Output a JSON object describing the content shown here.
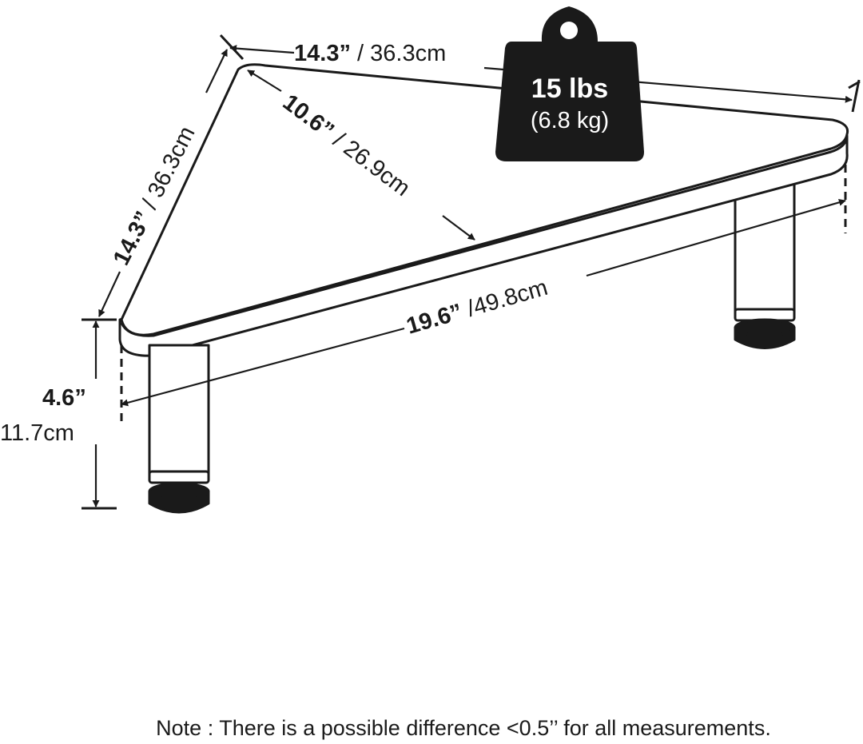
{
  "weight": {
    "lbs": "15 lbs",
    "kg": "(6.8 kg)"
  },
  "dimensions": {
    "top_edge": {
      "in": "14.3”",
      "cm": "/ 36.3cm"
    },
    "left_edge": {
      "in": "14.3”",
      "cm": "/ 36.3cm"
    },
    "depth": {
      "in": "10.6”",
      "cm": "/ 26.9cm"
    },
    "front_edge": {
      "in": "19.6”",
      "cm": "/49.8cm"
    },
    "height": {
      "in": "4.6”",
      "cm": "11.7cm"
    }
  },
  "note": "Note : There is a possible difference <0.5’’ for all measurements."
}
